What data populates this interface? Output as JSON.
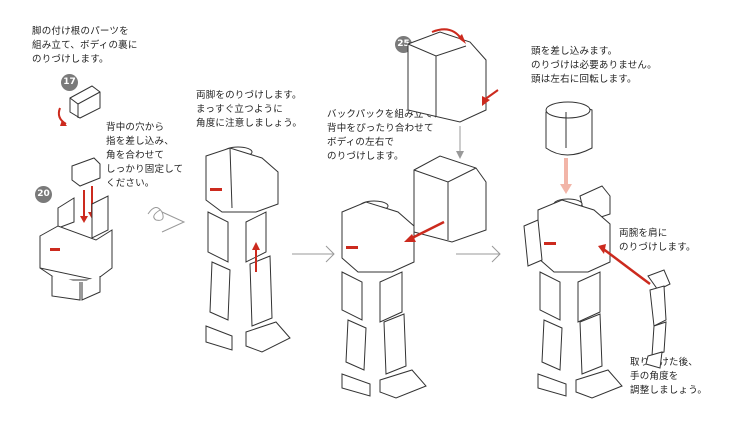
{
  "steps": [
    {
      "text": "脚の付け根のパーツを\n組み立て、ボディの裏に\nのりづけします。"
    },
    {
      "text": "背中の穴から\n指を差し込み、\n角を合わせて\nしっかり固定して\nください。"
    },
    {
      "text": "両脚をのりづけします。\nまっすぐ立つように\n角度に注意しましょう。"
    },
    {
      "text": "バックパックを組み立て、\n背中をぴったり合わせて\nボディの左右で\nのりづけします。"
    },
    {
      "text": "頭を差し込みます。\nのりづけは必要ありません。\n頭は左右に回転します。"
    },
    {
      "text": "両腕を肩に\nのりづけします。"
    },
    {
      "text": "取りつけた後、\n手の角度を\n調整しましょう。"
    }
  ],
  "badges": [
    "17",
    "20",
    "25"
  ],
  "colors": {
    "accent": "#cc2a1e",
    "line": "#333333",
    "arrow": "#999999"
  }
}
